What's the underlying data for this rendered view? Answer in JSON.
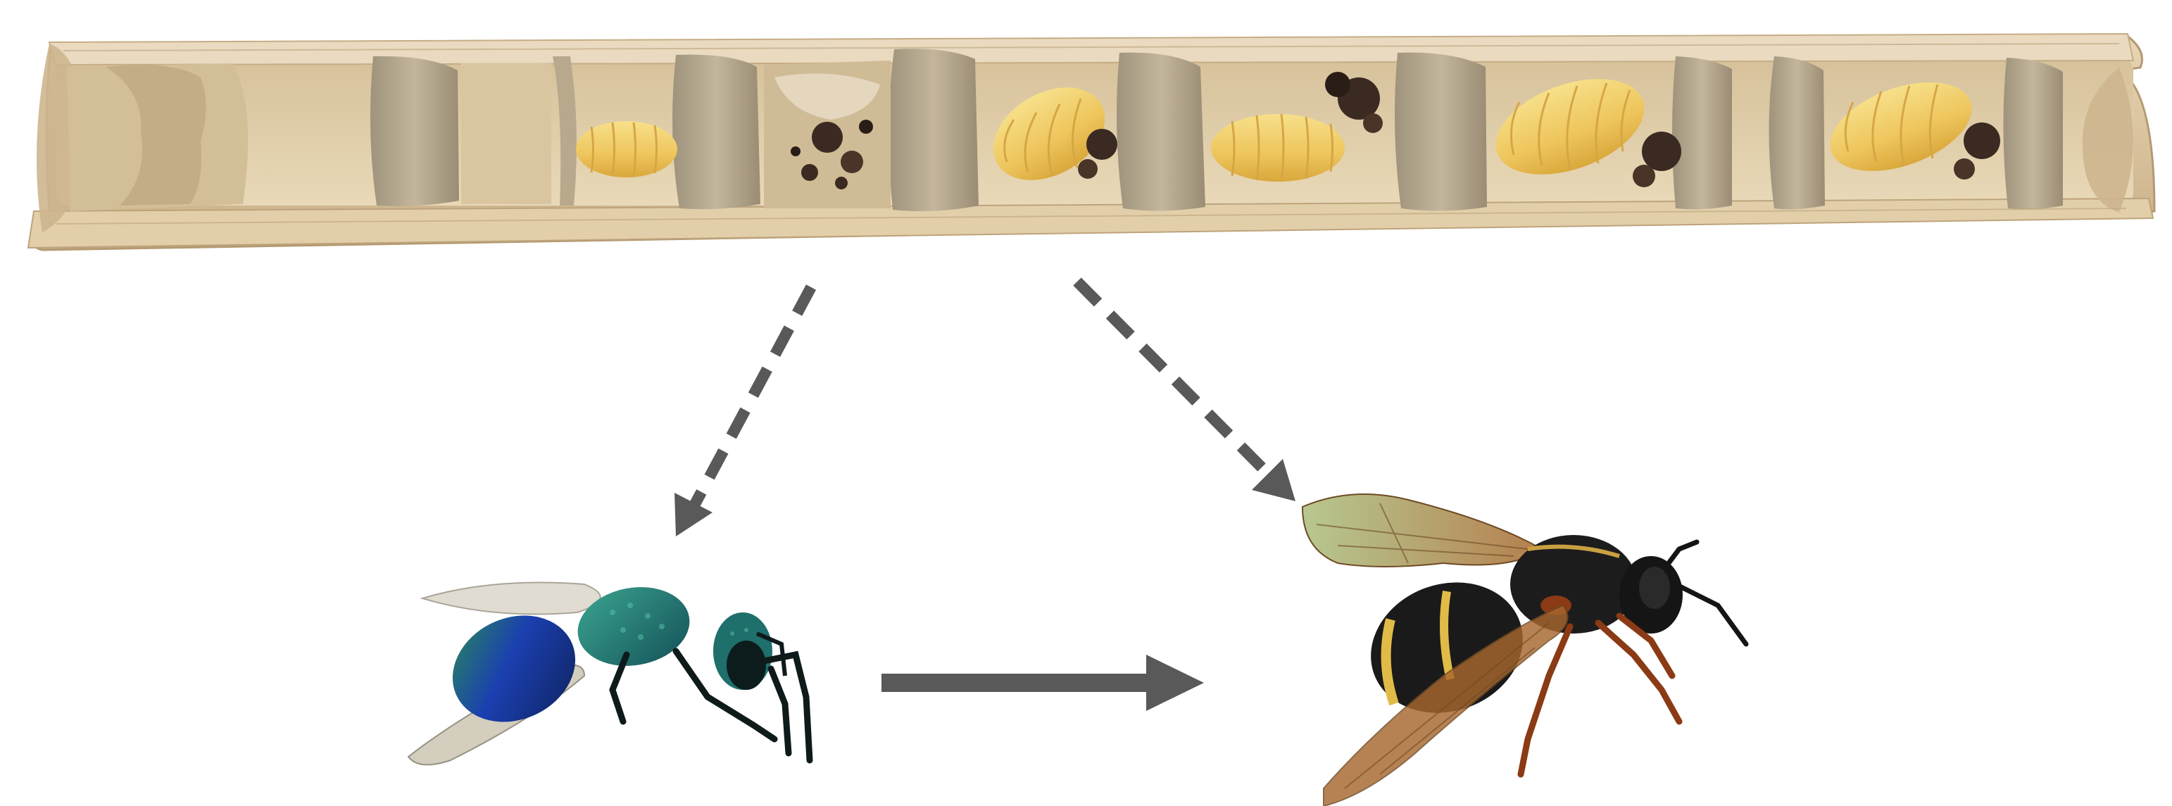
{
  "figure": {
    "nest": {
      "subject": "bamboo-trap-nest",
      "cell_contents": [
        "empty-cell",
        "empty-cell",
        "larva",
        "remains",
        "larva",
        "larva",
        "larva",
        "larva"
      ]
    },
    "cuckoo_wasp": {
      "subject": "cuckoo-wasp",
      "colors": {
        "head_thorax": "#1f7f7a",
        "abdomen": "#1a3fb0",
        "wing": "#c9c2ae"
      }
    },
    "host_wasp": {
      "subject": "potter-wasp",
      "colors": {
        "body": "#1a1a1a",
        "band": "#e1bb48",
        "wing": "#a8672e",
        "leg": "#8a3a14"
      }
    },
    "arrows": [
      {
        "from": "nest",
        "to": "cuckoo-wasp",
        "style": "dashed"
      },
      {
        "from": "nest",
        "to": "potter-wasp",
        "style": "dashed"
      },
      {
        "from": "cuckoo-wasp",
        "to": "potter-wasp",
        "style": "solid"
      }
    ],
    "colors": {
      "arrow": "#595959",
      "bamboo": "#d9c29d",
      "plug": "#b4a88f",
      "larva": "#f0cf68"
    }
  }
}
